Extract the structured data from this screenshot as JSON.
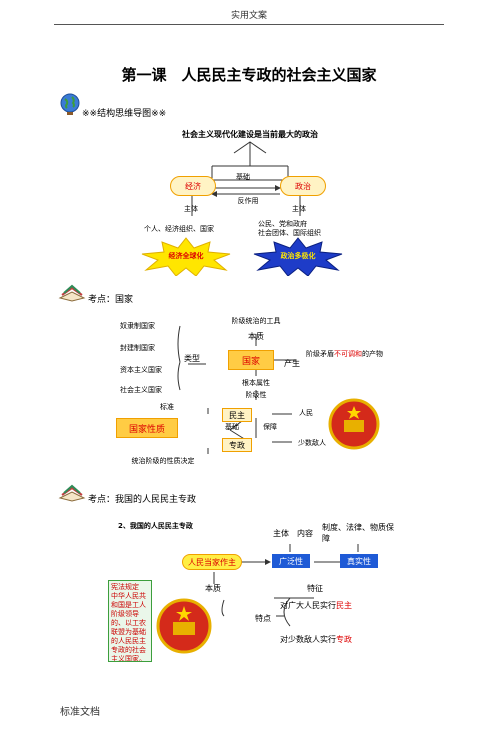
{
  "header": "实用文案",
  "footer": "标准文档",
  "title": "第一课　人民民主专政的社会主义国家",
  "section1": {
    "label": "※※结构思维导图※※",
    "diagram": {
      "top": "社会主义现代化建设是当前最大的政治",
      "left": "经济",
      "right": "政治",
      "base": "基础",
      "react": "反作用",
      "left_sub": "主体",
      "right_sub": "主体",
      "left_entities": "个人、经济组织、国家",
      "right_entities": "公民、党和政府\n社会团体、国际组织",
      "left_star": "经济全球化",
      "right_star": "政治多极化"
    }
  },
  "section2": {
    "label": "考点：国家",
    "diagram": {
      "tool": "阶级统治的工具",
      "essence": "本质",
      "state": "国家",
      "produce": "产生",
      "produce_text_a": "阶级矛盾",
      "produce_text_b": "不可调和",
      "produce_text_c": "的产物",
      "type": "类型",
      "types": [
        "奴隶制国家",
        "封建制国家",
        "资本主义国家",
        "社会主义国家"
      ],
      "root": "根本属性",
      "class": "阶级性",
      "standard": "标准",
      "nature": "国家性质",
      "decided": "统治阶级的性质决定",
      "democracy": "民主",
      "dictatorship": "专政",
      "basis": "基础",
      "guarantee": "保障",
      "people": "人民",
      "few": "少数敌人"
    }
  },
  "section3": {
    "label": "考点：我国的人民民主专政",
    "diagram": {
      "heading": "2、我国的人民民主专政",
      "subject": "主体",
      "content": "内容",
      "system": "制度、法律、物质保障",
      "master": "人民当家作主",
      "broad": "广泛性",
      "real": "真实性",
      "essence": "本质",
      "feature": "特征",
      "traits": "特点",
      "trait1_a": "对广大人民实行",
      "trait1_b": "民主",
      "trait2_a": "对少数敌人实行",
      "trait2_b": "专政",
      "constitution": "宪法规定\n中华人民共和国是工人阶级领导的、以工农联盟为基础的人民民主专政的社会主义国家。"
    }
  }
}
